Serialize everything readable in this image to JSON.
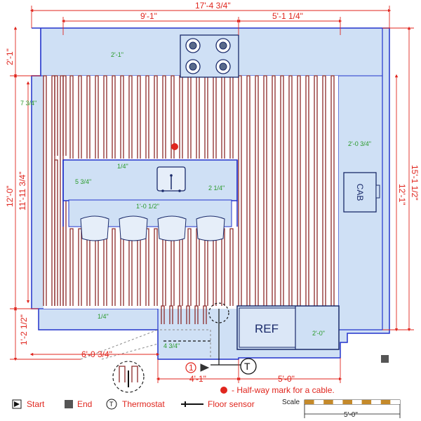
{
  "dimensions": {
    "overall_width": "17'-4 3/4\"",
    "left_width": "9'-1\"",
    "right_width": "5'-1 1/4\"",
    "top_margin": "2'-1\"",
    "left_height": "12'-0\"",
    "left_inner_height": "11'-11 3/4\"",
    "left_bottom": "1'-2 1/2\"",
    "right_height": "12'-1\"",
    "right_total_height": "15'-1 1/2\"",
    "bottom_left": "6'-0 3/4\"",
    "bottom_mid": "4'-1\"",
    "bottom_right": "5'-0\""
  },
  "inner_dims": {
    "counter_gap": "2'-1\"",
    "left_gap": "7 3/4\"",
    "right_gap": "2'-0 3/4\"",
    "island_top": "1/4\"",
    "island_left": "5 3/4\"",
    "island_right": "2 1/4\"",
    "island_bottom": "1'-0 1/2\"",
    "bottom_gap": "1/4\"",
    "door_gap": "4 3/4\"",
    "ref_gap": "2'-0\""
  },
  "labels": {
    "cab": "CAB",
    "ref": "REF",
    "start_num": "1",
    "thermostat": "T"
  },
  "legend": {
    "halfway": "- Half-way mark for a cable.",
    "start": "Start",
    "end": "End",
    "thermostat": "Thermostat",
    "floor_sensor": "Floor sensor"
  },
  "scale": {
    "title": "Scale",
    "value": "5'-0\""
  },
  "colors": {
    "cable": "#8b2a2a",
    "room_fill": "#cfe0f5",
    "wall": "#2233cc",
    "dim": "#e0261e",
    "green": "#2a9a2a"
  }
}
